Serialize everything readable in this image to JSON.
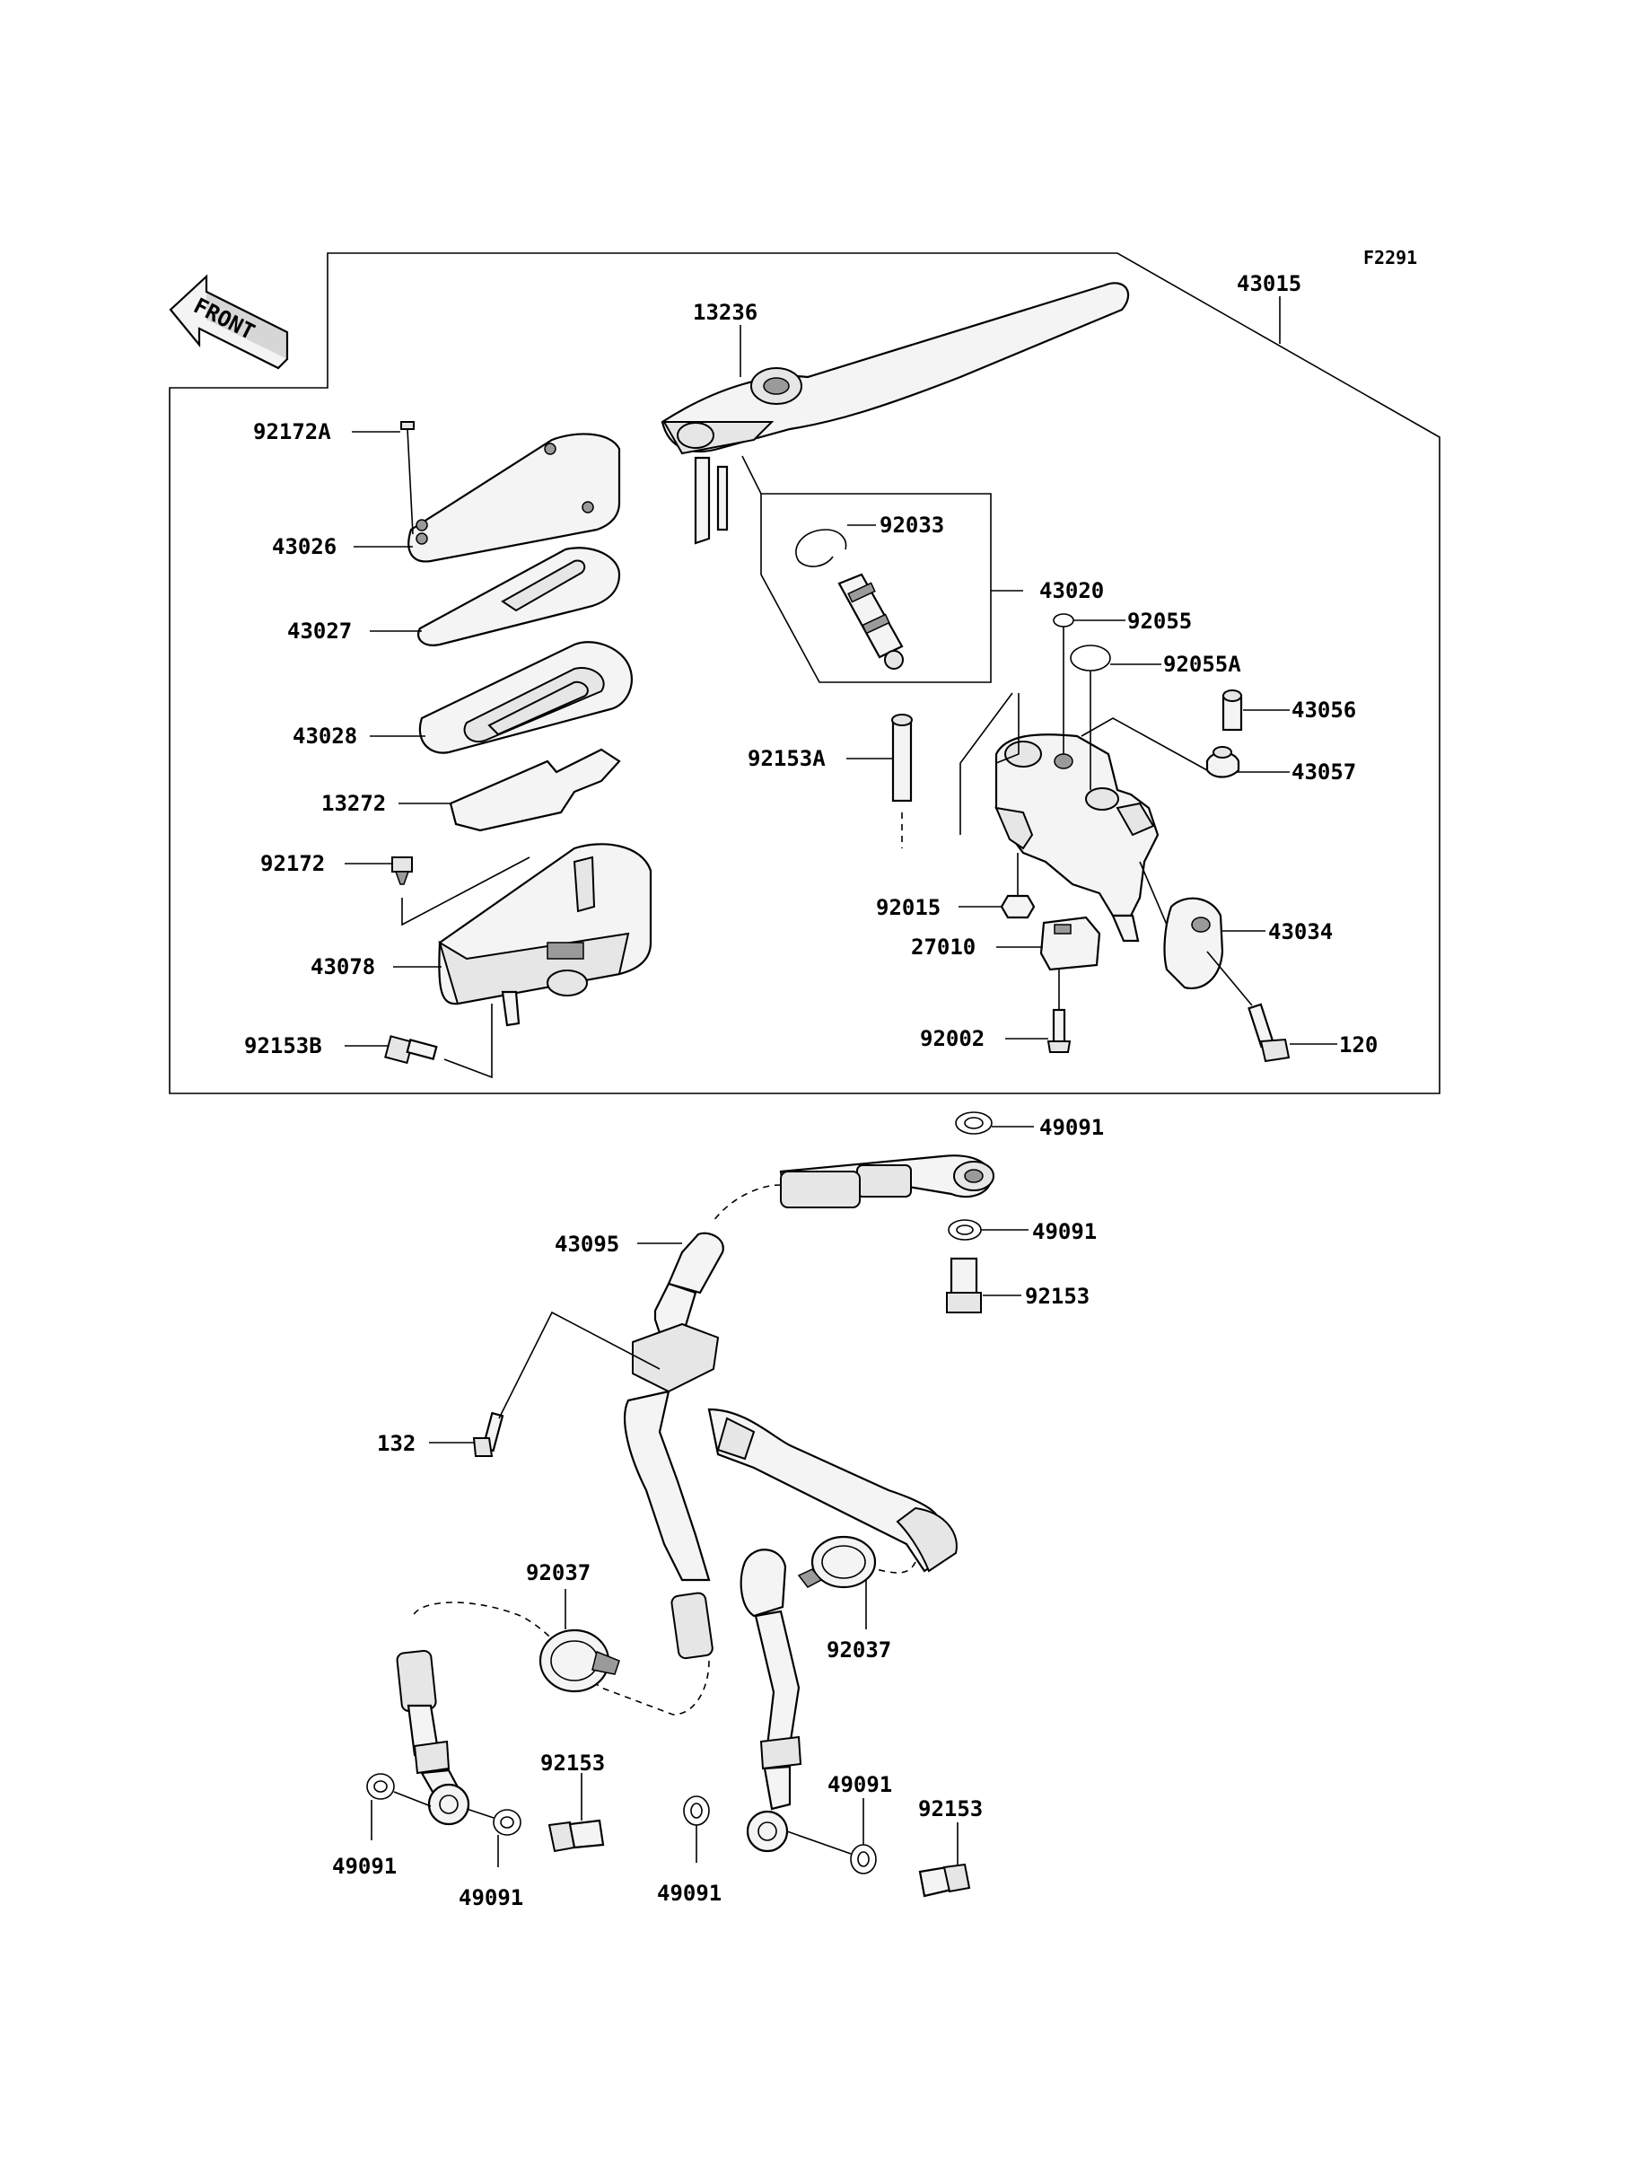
{
  "figure_code": "F2291",
  "front_label": "FRONT",
  "callouts": {
    "c43015": "43015",
    "c13236": "13236",
    "c92172A": "92172A",
    "c43026": "43026",
    "c43027": "43027",
    "c43028": "43028",
    "c13272": "13272",
    "c92172": "92172",
    "c43078": "43078",
    "c92153B": "92153B",
    "c92033": "92033",
    "c43020": "43020",
    "c92055": "92055",
    "c92055A": "92055A",
    "c43056": "43056",
    "c43057": "43057",
    "c92153A": "92153A",
    "c92015": "92015",
    "c27010": "27010",
    "c43034": "43034",
    "c92002": "92002",
    "c120": "120",
    "c49091_a": "49091",
    "c49091_b": "49091",
    "c43095": "43095",
    "c92153_a": "92153",
    "c132": "132",
    "c92037_a": "92037",
    "c92037_b": "92037",
    "c92153_b": "92153",
    "c49091_c": "49091",
    "c92153_c": "92153",
    "c49091_d": "49091",
    "c49091_e": "49091",
    "c49091_f": "49091"
  }
}
